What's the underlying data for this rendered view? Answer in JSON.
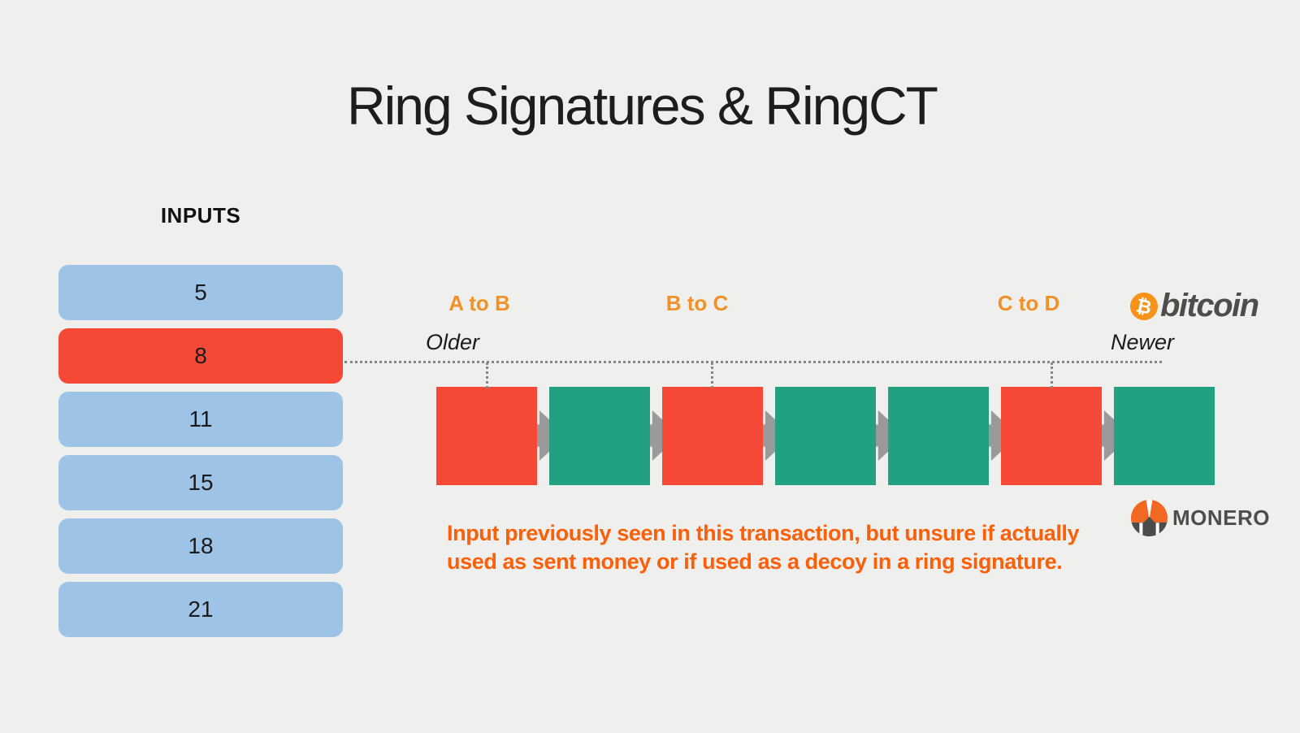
{
  "title": "Ring Signatures & RingCT",
  "inputs": {
    "heading": "INPUTS",
    "items": [
      {
        "value": "5",
        "state": "decoy"
      },
      {
        "value": "8",
        "state": "seen"
      },
      {
        "value": "11",
        "state": "decoy"
      },
      {
        "value": "15",
        "state": "decoy"
      },
      {
        "value": "18",
        "state": "decoy"
      },
      {
        "value": "21",
        "state": "decoy"
      }
    ]
  },
  "timeline": {
    "older_label": "Older",
    "newer_label": "Newer",
    "transfers": [
      {
        "label": "A to B"
      },
      {
        "label": "B to C"
      },
      {
        "label": "C to D"
      }
    ],
    "blocks": [
      "seen",
      "unseen",
      "seen",
      "unseen",
      "unseen",
      "seen",
      "unseen"
    ]
  },
  "note": {
    "line1": "Input previously seen in this transaction, but unsure if actually",
    "line2": "used as sent money or if used as a decoy in a ring signature."
  },
  "logos": {
    "bitcoin": {
      "symbol": "₿",
      "label": "bitcoin"
    },
    "monero": {
      "label": "MONERO"
    }
  },
  "colors": {
    "background": "#efefed",
    "input_blue": "#9dc3e6",
    "highlight_red": "#f54836",
    "block_green": "#21a181",
    "transfer_label_orange": "#f0912a",
    "note_orange": "#fa5f0a",
    "bitcoin_orange": "#f7931a",
    "monero_orange": "#f26822",
    "logo_gray": "#4d4d4d",
    "arrow_gray": "#9a9a9a",
    "dotted_line_gray": "#868686"
  }
}
